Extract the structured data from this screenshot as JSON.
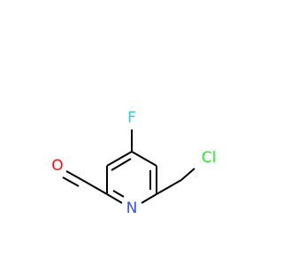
{
  "molecule": {
    "atoms": {
      "F": {
        "label": "F",
        "color": "#33CCCC"
      },
      "N": {
        "label": "N",
        "color": "#3050F8"
      },
      "O": {
        "label": "O",
        "color": "#FF0D0D"
      },
      "Cl": {
        "label": "Cl",
        "color": "#1FF01F"
      }
    },
    "bond_color": "#000000",
    "background": "#ffffff"
  }
}
